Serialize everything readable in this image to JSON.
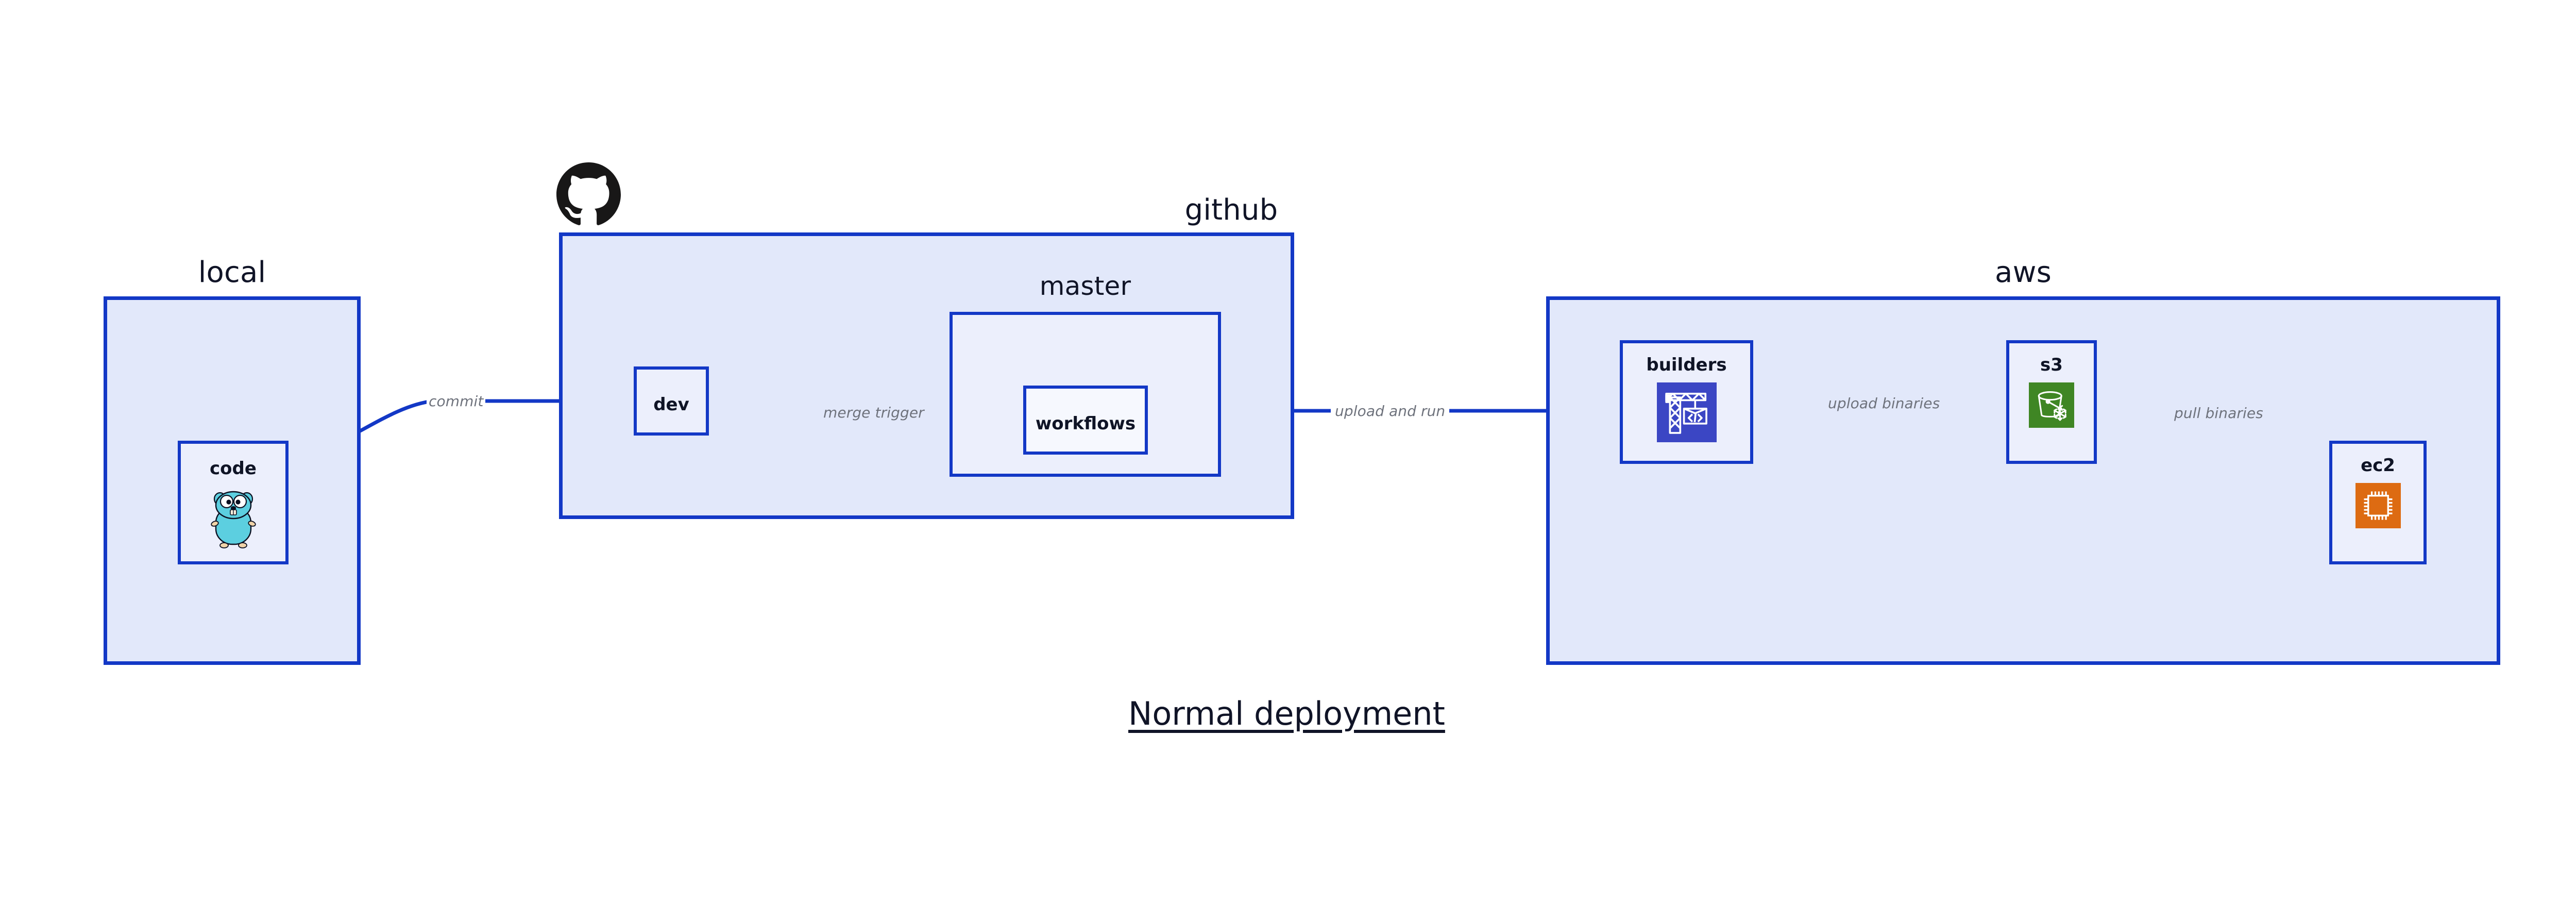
{
  "diagram": {
    "title": "Normal deployment",
    "colors": {
      "border": "#1338c6",
      "group_fill": "#e2e8fa",
      "node_fill": "#eceffc",
      "label_text": "#101427",
      "edge_label_text": "#6e727c",
      "builders_icon_bg": "#3b46c4",
      "s3_icon_bg": "#3f8624",
      "ec2_icon_bg": "#dd6b12",
      "gopher_body": "#5ccfe0",
      "github_logo": "#181717"
    }
  },
  "groups": {
    "local": {
      "label": "local"
    },
    "github": {
      "label": "github"
    },
    "master": {
      "label": "master"
    },
    "aws": {
      "label": "aws"
    }
  },
  "nodes": {
    "code": {
      "label": "code",
      "icon": "go-gopher-icon"
    },
    "dev": {
      "label": "dev",
      "icon": null
    },
    "workflows": {
      "label": "workflows",
      "icon": null
    },
    "builders": {
      "label": "builders",
      "icon": "aws-codebuild-crane-icon"
    },
    "s3": {
      "label": "s3",
      "icon": "aws-s3-glacier-bucket-icon"
    },
    "ec2": {
      "label": "ec2",
      "icon": "aws-ec2-chip-icon"
    }
  },
  "edges": [
    {
      "id": "commit",
      "label": "commit",
      "from": "code",
      "to": "dev"
    },
    {
      "id": "merge-trigger",
      "label": "merge trigger",
      "from": "dev",
      "to": "workflows"
    },
    {
      "id": "upload-and-run",
      "label": "upload and run",
      "from": "workflows",
      "to": "builders"
    },
    {
      "id": "upload-binaries",
      "label": "upload binaries",
      "from": "builders",
      "to": "s3"
    },
    {
      "id": "pull-binaries",
      "label": "pull binaries",
      "from": "s3",
      "to": "ec2"
    }
  ],
  "icons": {
    "github_logo": "github-octocat-icon"
  }
}
